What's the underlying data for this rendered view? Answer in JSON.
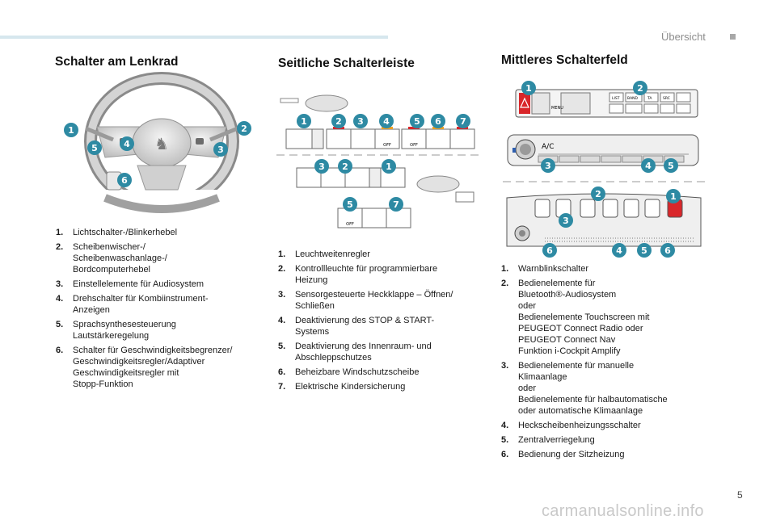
{
  "header": {
    "section_title": "Übersicht"
  },
  "page_number": "5",
  "watermark": "carmanualsonline.info",
  "steering": {
    "heading": "Schalter am Lenkrad",
    "items": [
      {
        "num": "1.",
        "text": "Lichtschalter-/Blinkerhebel"
      },
      {
        "num": "2.",
        "text": "Scheibenwischer-/\nScheibenwaschanlage-/\nBordcomputerhebel"
      },
      {
        "num": "3.",
        "text": "Einstellelemente für Audiosystem"
      },
      {
        "num": "4.",
        "text": "Drehschalter für Kombiinstrument-\nAnzeigen"
      },
      {
        "num": "5.",
        "text": "Sprachsynthesesteuerung\nLautstärkeregelung"
      },
      {
        "num": "6.",
        "text": "Schalter für Geschwindigkeitsbegrenzer/\nGeschwindigkeitsregler/Adaptiver\nGeschwindigkeitsregler mit\nStopp-Funktion"
      }
    ]
  },
  "side": {
    "heading": "Seitliche Schalterleiste",
    "items": [
      {
        "num": "1.",
        "text": "Leuchtweitenregler"
      },
      {
        "num": "2.",
        "text": "Kontrollleuchte für programmierbare\nHeizung"
      },
      {
        "num": "3.",
        "text": "Sensorgesteuerte Heckklappe – Öffnen/\nSchließen"
      },
      {
        "num": "4.",
        "text": "Deaktivierung des STOP & START-\nSystems"
      },
      {
        "num": "5.",
        "text": "Deaktivierung des Innenraum- und\nAbschleppschutzes"
      },
      {
        "num": "6.",
        "text": "Beheizbare Windschutzscheibe"
      },
      {
        "num": "7.",
        "text": "Elektrische Kindersicherung"
      }
    ],
    "switch_labels": {
      "off": "OFF"
    }
  },
  "center": {
    "heading": "Mittleres Schalterfeld",
    "items": [
      {
        "num": "1.",
        "text": "Warnblinkschalter"
      },
      {
        "num": "2.",
        "text": "Bedienelemente für\nBluetooth®-Audiosystem\noder\nBedienelemente Touchscreen mit\nPEUGEOT Connect Radio oder\nPEUGEOT Connect Nav\nFunktion i-Cockpit Amplify"
      },
      {
        "num": "3.",
        "text": "Bedienelemente für manuelle\nKlimaanlage\noder\nBedienelemente für halbautomatische\noder automatische Klimaanlage"
      },
      {
        "num": "4.",
        "text": "Heckscheibenheizungsschalter"
      },
      {
        "num": "5.",
        "text": "Zentralverriegelung"
      },
      {
        "num": "6.",
        "text": "Bedienung der Sitzheizung"
      }
    ],
    "audio_labels": [
      "MENU",
      "LIST",
      "BAND",
      "TA",
      "SRC"
    ],
    "climate_label": "A/C"
  },
  "colors": {
    "badge": "#2e8aa3",
    "accent_bar": "#d6e7ee",
    "hazard": "#d9262a",
    "orange_led": "#f0a020"
  }
}
